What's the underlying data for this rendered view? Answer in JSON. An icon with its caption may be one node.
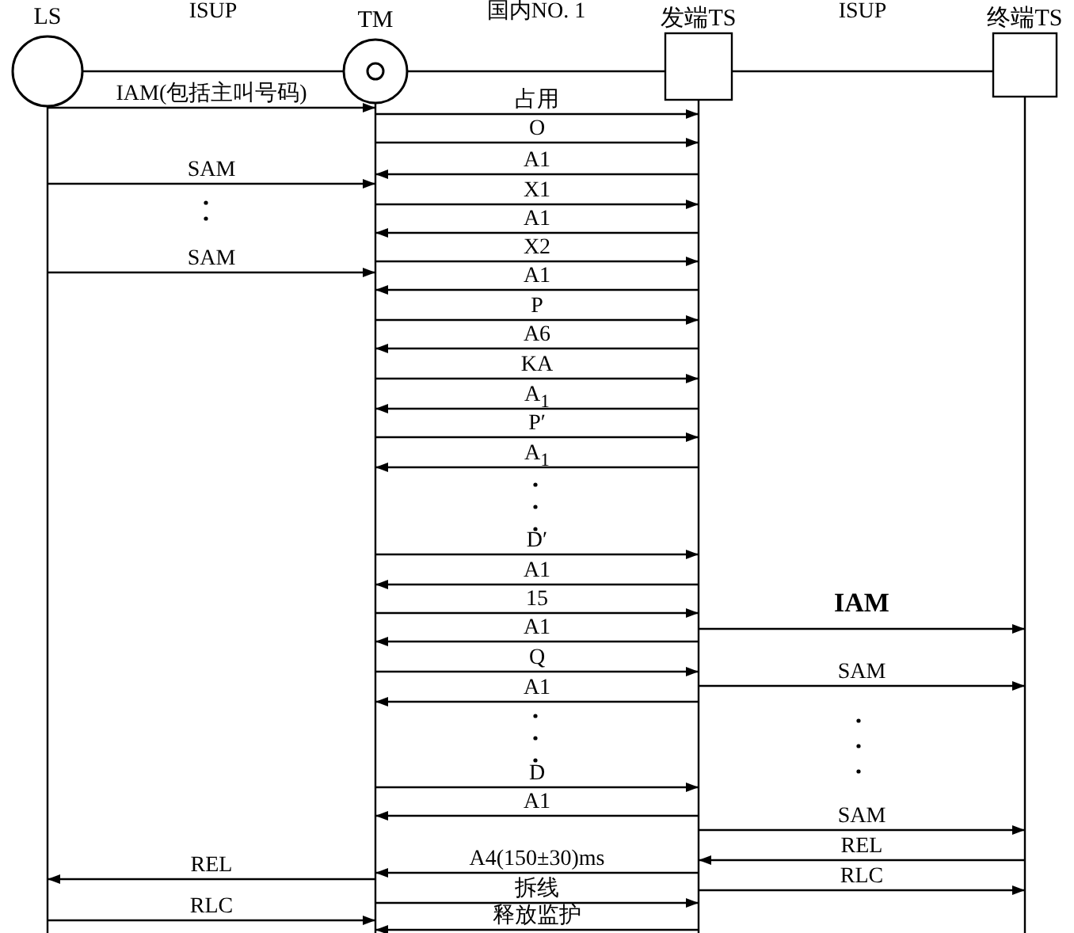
{
  "diagram": {
    "nodes": [
      {
        "text": [
          "LS"
        ]
      },
      {
        "text": [
          "TM"
        ]
      },
      {
        "text": [
          "发端TS"
        ]
      },
      {
        "text": [
          "终端TS"
        ]
      }
    ],
    "edges": [
      {
        "from": 0,
        "to": 1,
        "arrow": "none",
        "label": "ISUP"
      },
      {
        "from": 1,
        "to": 2,
        "arrow": "none",
        "label": "国内NO. 1"
      },
      {
        "from": 2,
        "to": 3,
        "arrow": "none",
        "label": "ISUP"
      },
      {
        "from": 0,
        "to": 1,
        "arrow": "to",
        "label": "IAM(包括主叫号码)"
      },
      {
        "from": 1,
        "to": 2,
        "arrow": "to",
        "label": "占用"
      },
      {
        "from": 1,
        "to": 2,
        "arrow": "to",
        "label": "O"
      },
      {
        "from": 2,
        "to": 1,
        "arrow": "to",
        "label": "A1"
      },
      {
        "from": 0,
        "to": 1,
        "arrow": "to",
        "label": "SAM"
      },
      {
        "from": 1,
        "to": 2,
        "arrow": "to",
        "label": "X1"
      },
      {
        "from": 2,
        "to": 1,
        "arrow": "to",
        "label": "A1"
      },
      {
        "from": 1,
        "to": 2,
        "arrow": "to",
        "label": "X2"
      },
      {
        "from": 0,
        "to": 1,
        "arrow": "to",
        "label": "SAM"
      },
      {
        "from": 2,
        "to": 1,
        "arrow": "to",
        "label": "A1"
      },
      {
        "from": 1,
        "to": 2,
        "arrow": "to",
        "label": "P"
      },
      {
        "from": 2,
        "to": 1,
        "arrow": "to",
        "label": "A6"
      },
      {
        "from": 1,
        "to": 2,
        "arrow": "to",
        "label": "KA"
      },
      {
        "from": 2,
        "to": 1,
        "arrow": "to",
        "label": "A$_{1}$"
      },
      {
        "from": 1,
        "to": 2,
        "arrow": "to",
        "label": "P′"
      },
      {
        "from": 2,
        "to": 1,
        "arrow": "to",
        "label": "A$_{1}$"
      },
      {
        "from": 1,
        "to": 2,
        "arrow": "to",
        "label": "D′"
      },
      {
        "from": 2,
        "to": 1,
        "arrow": "to",
        "label": "A1"
      },
      {
        "from": 1,
        "to": 2,
        "arrow": "to",
        "label": "15"
      },
      {
        "from": 2,
        "to": 3,
        "arrow": "to",
        "label": "IAM"
      },
      {
        "from": 2,
        "to": 1,
        "arrow": "to",
        "label": "A1"
      },
      {
        "from": 1,
        "to": 2,
        "arrow": "to",
        "label": "Q"
      },
      {
        "from": 2,
        "to": 3,
        "arrow": "to",
        "label": "SAM"
      },
      {
        "from": 2,
        "to": 1,
        "arrow": "to",
        "label": "A1"
      },
      {
        "from": 1,
        "to": 2,
        "arrow": "to",
        "label": "D"
      },
      {
        "from": 2,
        "to": 1,
        "arrow": "to",
        "label": "A1"
      },
      {
        "from": 2,
        "to": 3,
        "arrow": "to",
        "label": "SAM"
      },
      {
        "from": 3,
        "to": 2,
        "arrow": "to",
        "label": "REL"
      },
      {
        "from": 2,
        "to": 1,
        "arrow": "to",
        "label": "A4(150±30)ms"
      },
      {
        "from": 1,
        "to": 0,
        "arrow": "to",
        "label": "REL"
      },
      {
        "from": 2,
        "to": 3,
        "arrow": "to",
        "label": "RLC"
      },
      {
        "from": 1,
        "to": 2,
        "arrow": "to",
        "label": "拆线"
      },
      {
        "from": 0,
        "to": 1,
        "arrow": "to",
        "label": "RLC"
      },
      {
        "from": 2,
        "to": 1,
        "arrow": "to",
        "label": "释放监护"
      }
    ]
  }
}
